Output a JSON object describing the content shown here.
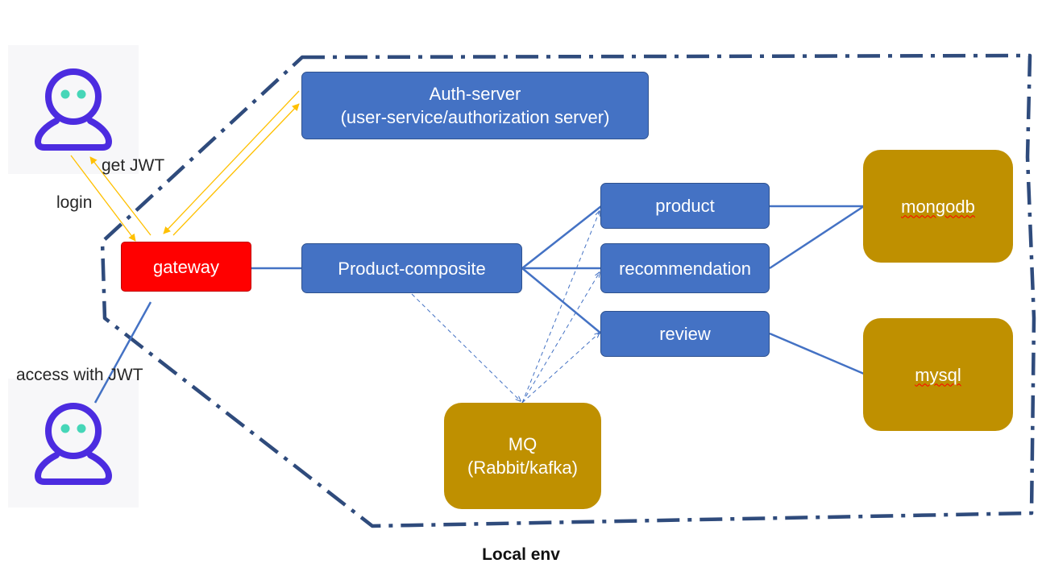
{
  "labels": {
    "get_jwt": "get JWT",
    "login": "login",
    "access_with_jwt": "access with JWT",
    "caption": "Local env"
  },
  "nodes": {
    "auth_server": {
      "title": "Auth-server",
      "subtitle": "(user-service/authorization server)"
    },
    "gateway": "gateway",
    "product_composite": "Product-composite",
    "product": "product",
    "recommendation": "recommendation",
    "review": "review",
    "mongodb": "mongodb",
    "mysql": "mysql",
    "mq": {
      "title": "MQ",
      "subtitle": "(Rabbit/kafka)"
    }
  },
  "icons": [
    "user-icon",
    "user-icon"
  ],
  "colors": {
    "service_blue": "#4472c4",
    "storage_gold": "#bf9000",
    "gateway_red": "#ff0000",
    "boundary": "#2f4b7c",
    "auth_arrow": "#ffc000",
    "user_icon": "#4c2ce0",
    "user_eyes": "#46d6b8"
  }
}
